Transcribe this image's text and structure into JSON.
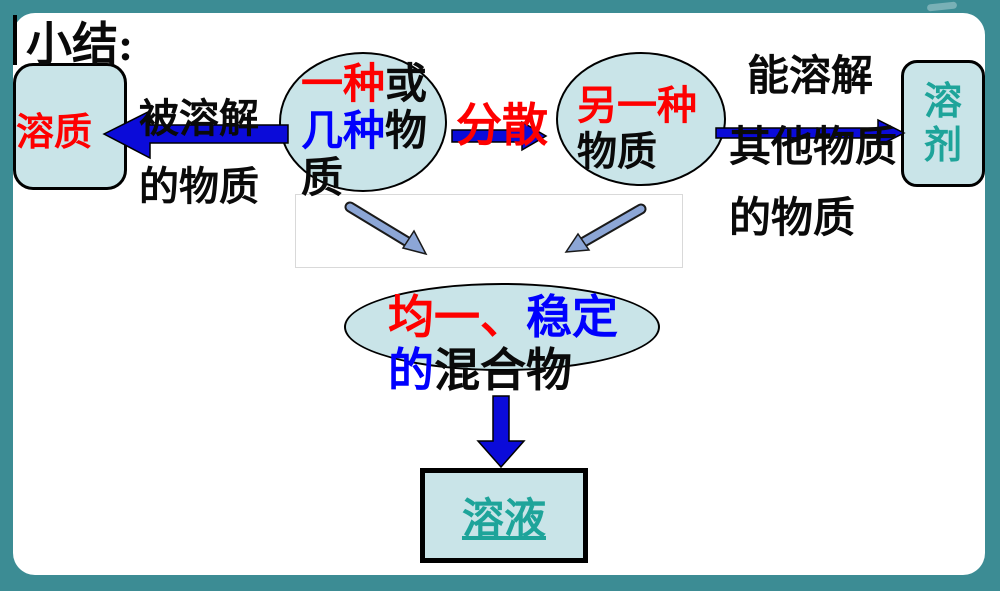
{
  "palette": {
    "background_teal": "#3C8C94",
    "panel_white": "#FFFFFF",
    "shape_fill": "#C9E4E8",
    "shape_border": "#000000",
    "arrow_blue": "#0B0BD9",
    "sketch_arrow_blue": "#8CA6D6",
    "text_red": "#FE0000",
    "text_blue": "#0000FE",
    "text_teal": "#1EA49A",
    "text_black": "#0A0A0A"
  },
  "title": "小结:",
  "solute_box": {
    "label": "溶质"
  },
  "solute_arrow_label": {
    "line1": "被溶解",
    "line2": "的物质"
  },
  "left_ellipse": {
    "line1": [
      {
        "t": "一种",
        "c": "red"
      },
      {
        "t": "或",
        "c": "black"
      }
    ],
    "line2": [
      {
        "t": "几种",
        "c": "blue"
      },
      {
        "t": "物",
        "c": "black"
      }
    ],
    "line3": [
      {
        "t": "质",
        "c": "black"
      }
    ]
  },
  "disperse_label": "分散",
  "right_ellipse": {
    "line1": "另一种",
    "line2": "物质"
  },
  "solvent_arrow_label": {
    "line1": "能溶解",
    "line2": "其他物质",
    "line3": "的物质"
  },
  "solvent_box": {
    "char1": "溶",
    "char2": "剂"
  },
  "center_ellipse": {
    "line1": [
      {
        "t": "均一、",
        "c": "red"
      },
      {
        "t": "稳定",
        "c": "blue"
      }
    ],
    "line2": [
      {
        "t": "的",
        "c": "blue"
      },
      {
        "t": "混合物",
        "c": "black"
      }
    ]
  },
  "solution_box": {
    "label": "溶液"
  }
}
